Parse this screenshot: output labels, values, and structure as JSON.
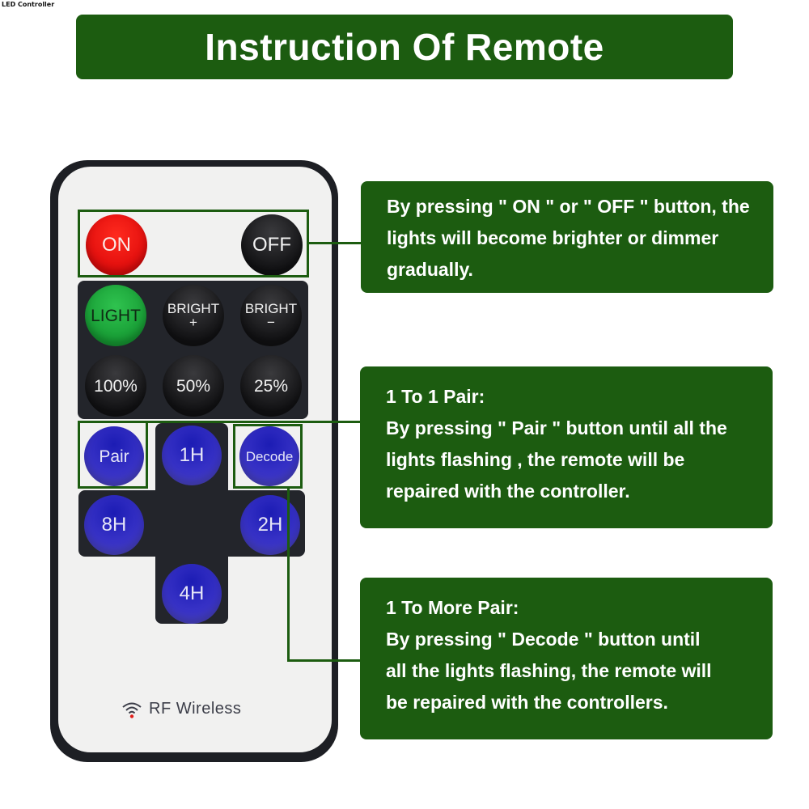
{
  "caption": "LED Controller",
  "title": "Instruction Of Remote",
  "colors": {
    "accent_green": "#1c5c10",
    "on_red": "#e81410",
    "light_green": "#22b040",
    "timer_blue": "#2a24c0",
    "remote_body": "#1d1f24",
    "remote_face": "#f1f1f0"
  },
  "remote": {
    "buttons": {
      "on": "ON",
      "off": "OFF",
      "light": "LIGHT",
      "bright_plus": {
        "label": "BRIGHT",
        "symbol": "+"
      },
      "bright_minus": {
        "label": "BRIGHT",
        "symbol": "−"
      },
      "p100": "100%",
      "p50": "50%",
      "p25": "25%",
      "pair": "Pair",
      "h1": "1H",
      "decode": "Decode",
      "h8": "8H",
      "h2": "2H",
      "h4": "4H"
    },
    "brand": {
      "icon": "wifi-signal-icon",
      "label": "RF Wireless"
    }
  },
  "instructions": [
    {
      "target": "ON / OFF",
      "heading": "",
      "lines": [
        "By pressing \" ON \" or \" OFF \" button, the",
        "lights will become brighter or dimmer",
        "gradually."
      ]
    },
    {
      "target": "Pair",
      "heading": "1 To 1 Pair:",
      "lines": [
        "By pressing \" Pair \" button until all the",
        "lights flashing , the remote will be",
        "repaired with the controller."
      ]
    },
    {
      "target": "Decode",
      "heading": "1 To More Pair:",
      "lines": [
        "By pressing \" Decode \" button until",
        "all the lights flashing, the remote will",
        "be repaired with the controllers."
      ]
    }
  ]
}
